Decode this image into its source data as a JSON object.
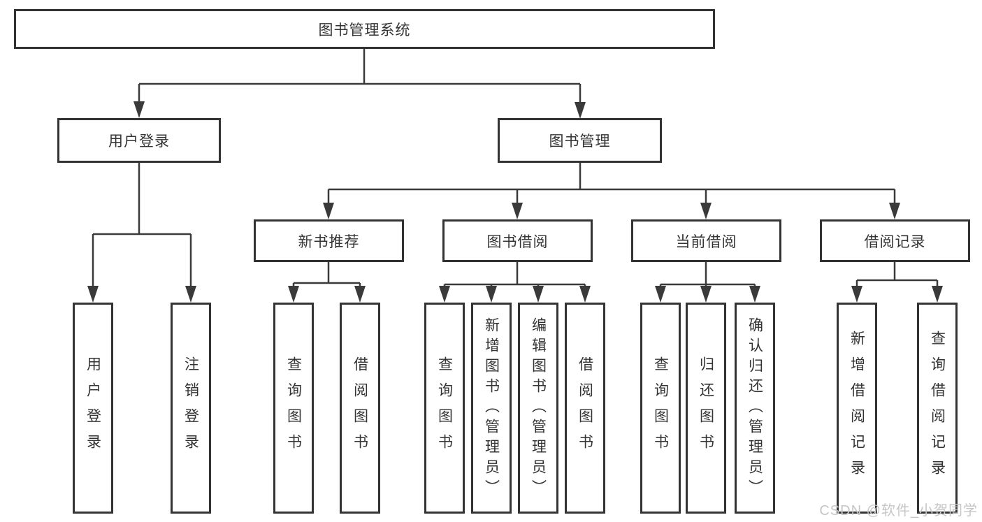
{
  "tree": {
    "root": "图书管理系统",
    "level2": [
      "用户登录",
      "图书管理"
    ],
    "level3": [
      "新书推荐",
      "图书借阅",
      "当前借阅",
      "借阅记录"
    ],
    "leaves": {
      "user_login": [
        "用户登录",
        "注销登录"
      ],
      "new_book_recommend": [
        "查询图书",
        "借阅图书"
      ],
      "book_borrow": [
        "查询图书",
        "新增图书（管理员）",
        "编辑图书（管理员）",
        "借阅图书"
      ],
      "current_borrow": [
        "查询图书",
        "归还图书",
        "确认归还（管理员）"
      ],
      "borrow_records": [
        "新增借阅记录",
        "查询借阅记录"
      ]
    }
  },
  "colors": {
    "line": "#3a3a3a",
    "box_border": "#333333",
    "text": "#333333",
    "watermark": "#c6c6c6",
    "background": "#ffffff"
  },
  "watermark": {
    "text": "CSDN @软件_小贺同学"
  }
}
